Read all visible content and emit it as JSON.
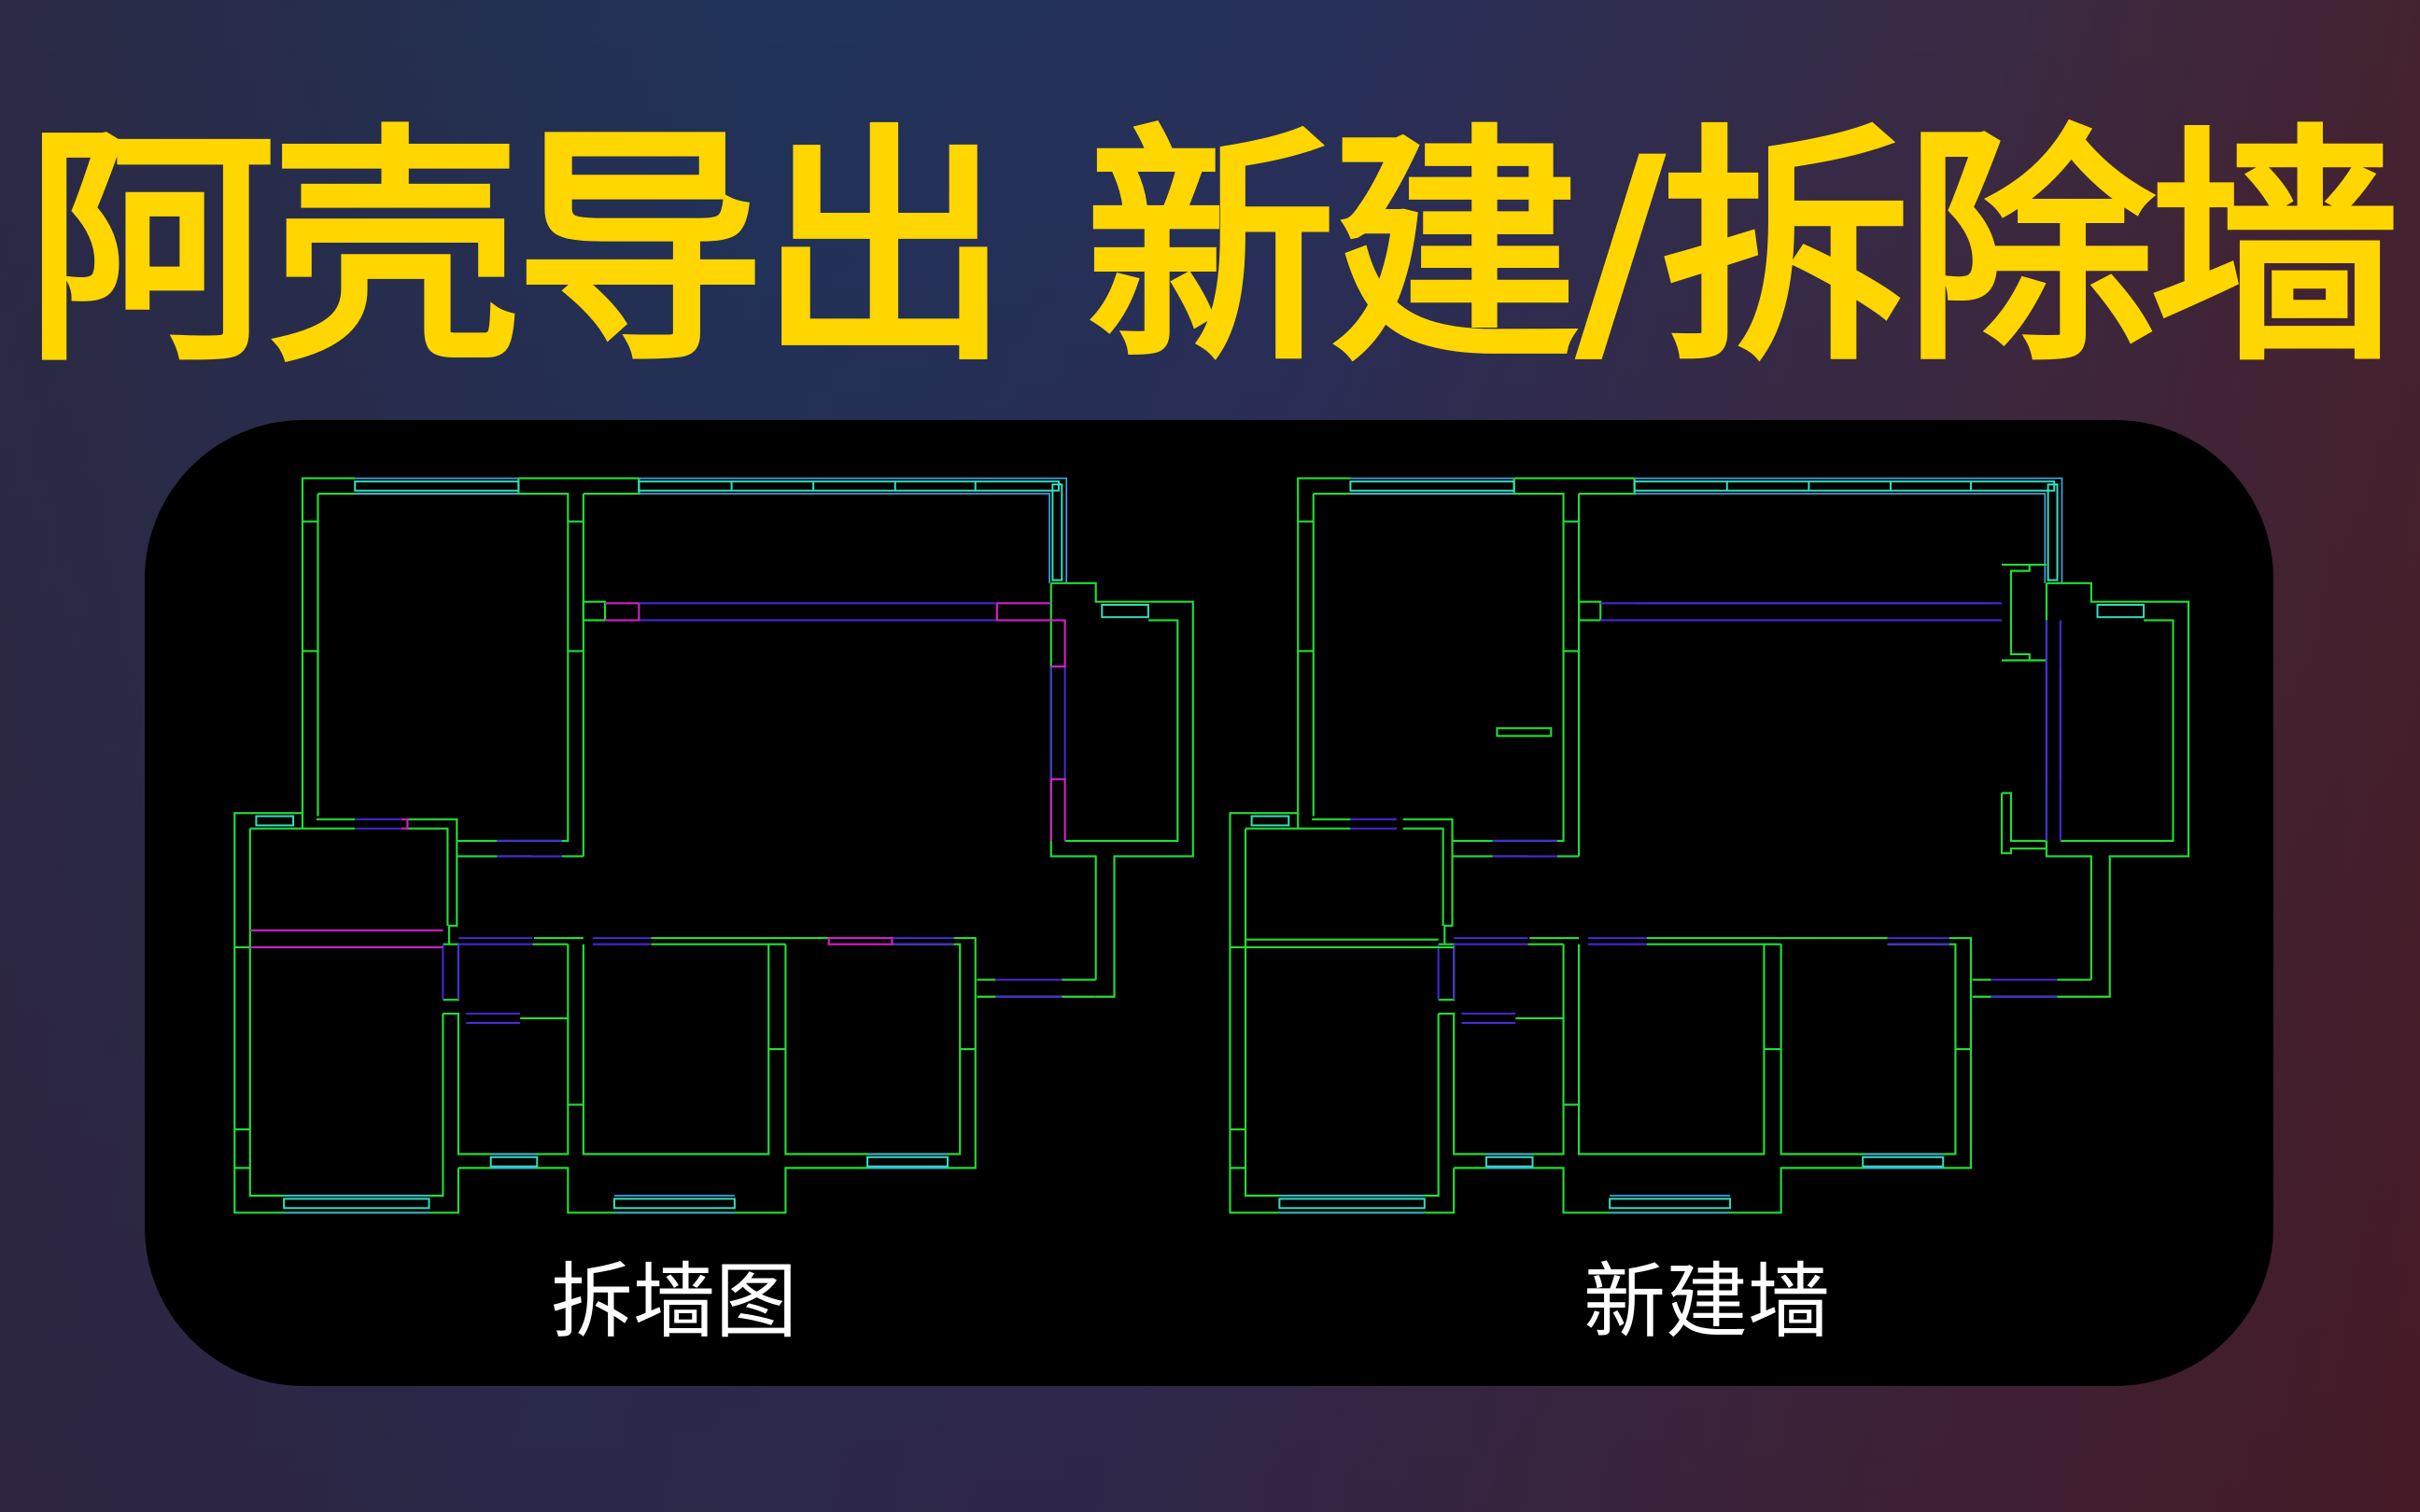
{
  "header": {
    "title": "阿壳导出 新建/拆除墙"
  },
  "panels": [
    {
      "label": "拆墙图",
      "kind": "demolition-wall-plan"
    },
    {
      "label": "新建墙",
      "kind": "new-wall-plan"
    }
  ],
  "colors": {
    "title": "#FFD600",
    "wall": "#22dd33",
    "window": "#33e0c0",
    "window_edge": "#3aa8e8",
    "demolished_wall": "#d020c8",
    "opening": "#4a28e0",
    "panel_bg": "#000000",
    "label": "#ffffff"
  }
}
